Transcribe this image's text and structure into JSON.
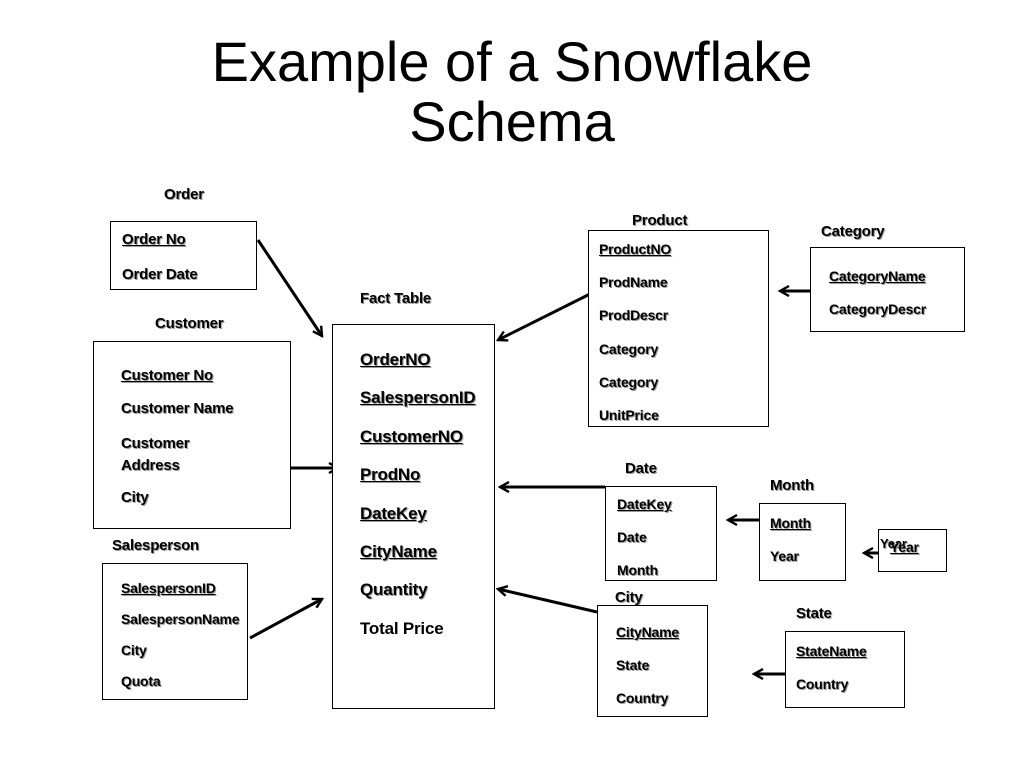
{
  "title": {
    "line1": "Example of a Snowflake",
    "line2": "Schema"
  },
  "tables": {
    "order": {
      "name": "Order",
      "fields": [
        "Order No",
        "Order Date"
      ]
    },
    "customer": {
      "name": "Customer",
      "fields": [
        "Customer No",
        "Customer Name",
        "Customer Address",
        "City"
      ]
    },
    "salesperson": {
      "name": "Salesperson",
      "fields": [
        "SalespersonID",
        "SalespersonName",
        "City",
        "Quota"
      ]
    },
    "fact": {
      "name": "Fact Table",
      "fields": [
        "OrderNO",
        "SalespersonID",
        "CustomerNO",
        "ProdNo",
        "DateKey",
        "CityName",
        "Quantity",
        "Total Price"
      ]
    },
    "product": {
      "name": "Product",
      "fields": [
        "ProductNO",
        "ProdName",
        "ProdDescr",
        "Category",
        "Category",
        "UnitPrice"
      ]
    },
    "category": {
      "name": "Category",
      "fields": [
        "CategoryName",
        "CategoryDescr"
      ]
    },
    "date": {
      "name": "Date",
      "fields": [
        "DateKey",
        "Date",
        "Month"
      ]
    },
    "month": {
      "name": "Month",
      "fields": [
        "Month",
        "Year"
      ]
    },
    "year": {
      "name": "Year",
      "fields": [
        "Year"
      ]
    },
    "city": {
      "name": "City",
      "fields": [
        "CityName",
        "State",
        "Country"
      ]
    },
    "state": {
      "name": "State",
      "fields": [
        "StateName",
        "Country"
      ]
    }
  },
  "colors": {
    "stroke": "#000000",
    "shadow": "#9a9a9a"
  }
}
